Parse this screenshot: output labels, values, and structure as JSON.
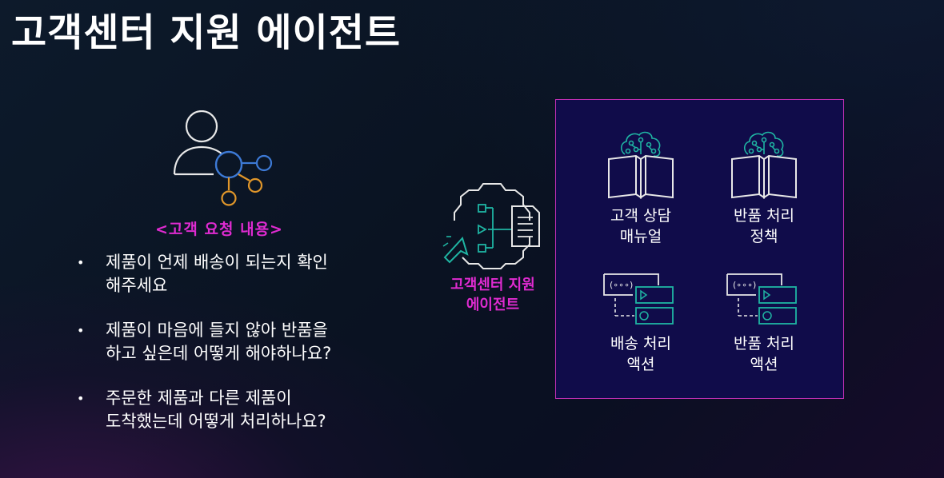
{
  "title": "고객센터 지원 에이전트",
  "request": {
    "heading": "<고객 요청 내용>",
    "items": [
      {
        "line1": "제품이 언제 배송이 되는지 확인",
        "line2": "해주세요"
      },
      {
        "line1": "제품이 마음에 들지 않아 반품을",
        "line2": "하고 싶은데 어떻게 해야하나요?"
      },
      {
        "line1": "주문한 제품과 다른 제품이",
        "line2": "도착했는데 어떻게 처리하나요?"
      }
    ],
    "bullet": "•"
  },
  "agent": {
    "label_line1": "고객센터 지원",
    "label_line2": "에이전트"
  },
  "knowledge_and_actions": [
    {
      "kind": "knowledge-base",
      "line1": "고객 상담",
      "line2": "매뉴얼"
    },
    {
      "kind": "knowledge-base",
      "line1": "반품 처리",
      "line2": "정책"
    },
    {
      "kind": "action",
      "line1": "배송 처리",
      "line2": "액션"
    },
    {
      "kind": "action",
      "line1": "반품 처리",
      "line2": "액션"
    }
  ],
  "icons": [
    "user-network-icon",
    "agent-flow-icon",
    "brain-book-icon",
    "action-group-icon"
  ],
  "colors": {
    "accent_magenta": "#e02bd1",
    "box_border": "#c02fb4",
    "box_fill": "#100c4a",
    "teal": "#1fb5a3",
    "blue": "#3d7ad6",
    "orange": "#e0962a"
  }
}
